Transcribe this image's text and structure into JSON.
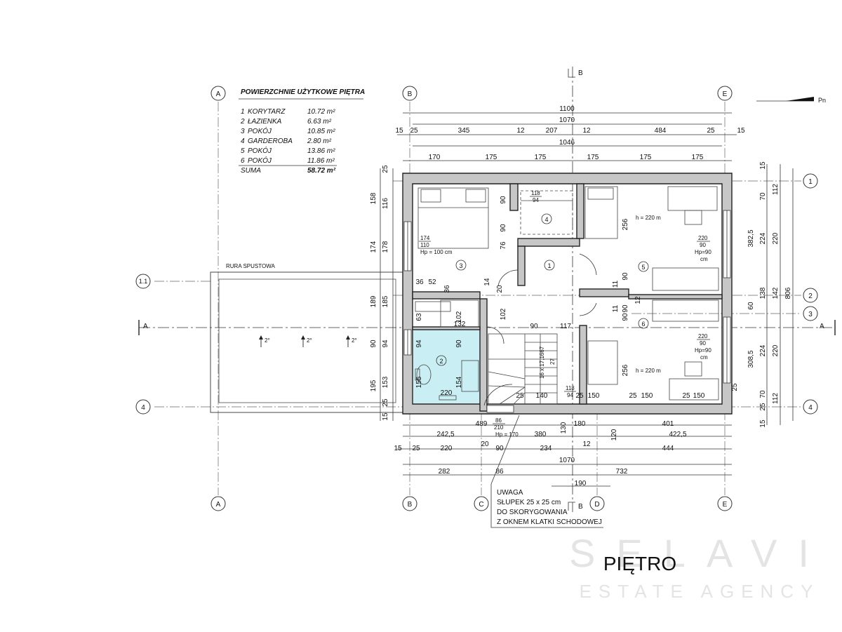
{
  "legend": {
    "title": "POWIERZCHNIE UŻYTKOWE PIĘTRA",
    "rooms": [
      {
        "no": "1",
        "name": "KORYTARZ",
        "area": "10.72 m²"
      },
      {
        "no": "2",
        "name": "ŁAZIENKA",
        "area": "6.63 m²"
      },
      {
        "no": "3",
        "name": "POKÓJ",
        "area": "10.85 m²"
      },
      {
        "no": "4",
        "name": "GARDEROBA",
        "area": "2.80 m²"
      },
      {
        "no": "5",
        "name": "POKÓJ",
        "area": "13.86 m²"
      },
      {
        "no": "6",
        "name": "POKÓJ",
        "area": "11.86 m²"
      }
    ],
    "sum_label": "SUMA",
    "sum_value": "58.72 m²"
  },
  "north": "Pn",
  "section_labels": {
    "b": "B",
    "a": "A"
  },
  "axes_top": [
    "A",
    "B",
    "E"
  ],
  "axes_bottom": [
    "A",
    "B",
    "C",
    "D",
    "E"
  ],
  "axes_right": [
    "1",
    "2",
    "3",
    "4"
  ],
  "axes_left": [
    "1.1",
    "4"
  ],
  "room_numbers": [
    "1",
    "2",
    "3",
    "4",
    "5",
    "6"
  ],
  "drain_label": "RURA SPUSTOWA",
  "slope_labels": [
    "2°",
    "2°",
    "2°"
  ],
  "room_notes": {
    "r3_window": [
      "174",
      "110",
      "Hp = 100 cm"
    ],
    "r5_height": "h = 220 m",
    "r5_window": [
      "220",
      "90",
      "Hp=90",
      "cm"
    ],
    "r6_height": "h = 220 m",
    "r6_window": [
      "220",
      "90",
      "Hp=90",
      "cm"
    ],
    "r4_opening": [
      "118",
      "94"
    ],
    "door_bottom": [
      "86",
      "210",
      "Hp = 170"
    ],
    "stairs": [
      "16 x 17,1667",
      "27"
    ],
    "door_118": [
      "118",
      "94"
    ]
  },
  "dims_top": {
    "row1": "1100",
    "row2": "1070",
    "row3": [
      "15",
      "25",
      "345",
      "12",
      "207",
      "12",
      "484",
      "25",
      "15"
    ],
    "row4": "1046",
    "row5": [
      "170",
      "175",
      "175",
      "175",
      "175",
      "175"
    ]
  },
  "dims_left": [
    "25",
    "158",
    "116",
    "174",
    "178",
    "189",
    "185",
    "90",
    "94",
    "195",
    "153",
    "25",
    "15"
  ],
  "dims_right": [
    "15",
    "70",
    "112",
    "382,5",
    "224",
    "220",
    "138",
    "142",
    "60",
    "806",
    "308,5",
    "224",
    "220",
    "25",
    "70",
    "112",
    "15"
  ],
  "dims_bottom": {
    "row1": [
      "489",
      "130",
      "180",
      "401"
    ],
    "row2": [
      "242,5",
      "380",
      "120",
      "422,5"
    ],
    "row3": [
      "15",
      "25",
      "220",
      "20",
      "90",
      "234",
      "12",
      "444"
    ],
    "row4": "1070",
    "row5": [
      "282",
      "86",
      "732"
    ],
    "row6": "190"
  },
  "dims_inner": [
    "90",
    "90",
    "76",
    "256",
    "90",
    "14",
    "20",
    "36",
    "52",
    "36",
    "63",
    "102",
    "132",
    "102",
    "94",
    "90",
    "90",
    "117",
    "90",
    "11",
    "12",
    "11",
    "90",
    "256",
    "154",
    "155",
    "220",
    "25",
    "140",
    "25",
    "150",
    "25",
    "150",
    "25",
    "150",
    "25"
  ],
  "note": [
    "UWAGA",
    "SŁUPEK 25 x 25 cm",
    "DO SKORYGOWANIA",
    "Z OKNEM KLATKI SCHODOWEJ"
  ],
  "floor_title": "PIĘTRO",
  "watermark": {
    "brand": "SELAVI",
    "sub": "ESTATE AGENCY"
  },
  "colors": {
    "bathroom": "#c9eef3",
    "wall": "#c7c7c7"
  }
}
